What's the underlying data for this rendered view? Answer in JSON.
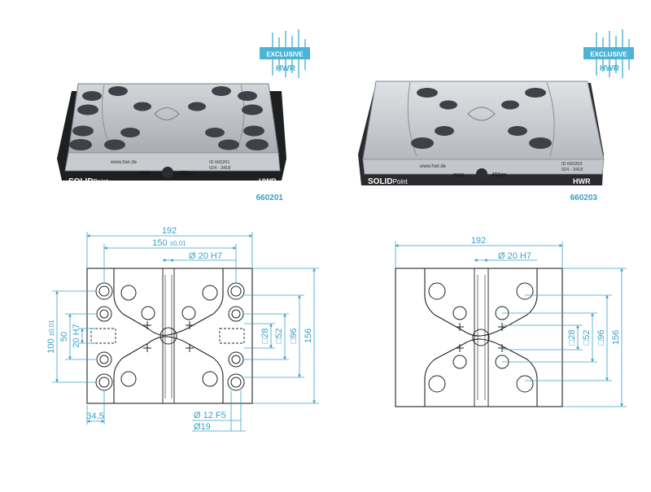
{
  "badges": {
    "line1": "EXCLUSIVE",
    "line2": "HWR"
  },
  "products": [
    {
      "part_no": "660201",
      "brand": "SOLIDPoint",
      "brand_bold": "SOLID",
      "brand_light": "Point",
      "max_label": "max",
      "torque": "45Nm",
      "url": "www.hwr.de",
      "id_text": "ID 660201",
      "code_text": "024 - 3418",
      "logo": "HWR"
    },
    {
      "part_no": "660203",
      "brand": "SOLIDPoint",
      "brand_bold": "SOLID",
      "brand_light": "Point",
      "max_label": "max",
      "torque": "45Nm",
      "url": "www.hwr.de",
      "id_text": "ID 660203",
      "code_text": "024 - 3418",
      "logo": "HWR"
    }
  ],
  "drawing_left": {
    "width": "192",
    "spacing": "150",
    "spacing_tol": "±0,01",
    "bore": "Ø 20 H7",
    "dim_28": "□28",
    "dim_52": "□52",
    "dim_96": "□96",
    "dim_156": "156",
    "dim_100": "100",
    "dim_100_tol": "±0,01",
    "dim_50": "50",
    "dim_20h7": "20 H7",
    "dim_345": "34,5",
    "dim_12f5": "Ø 12 F5",
    "dim_19": "Ø19"
  },
  "drawing_right": {
    "width": "192",
    "bore": "Ø 20 H7",
    "dim_28": "□28",
    "dim_52": "□52",
    "dim_96": "□96",
    "dim_156": "156"
  },
  "colors": {
    "dimension": "#3aa0c8",
    "badge": "#4bb3d6",
    "plate": "#b9bdc2",
    "outline": "#222222"
  }
}
